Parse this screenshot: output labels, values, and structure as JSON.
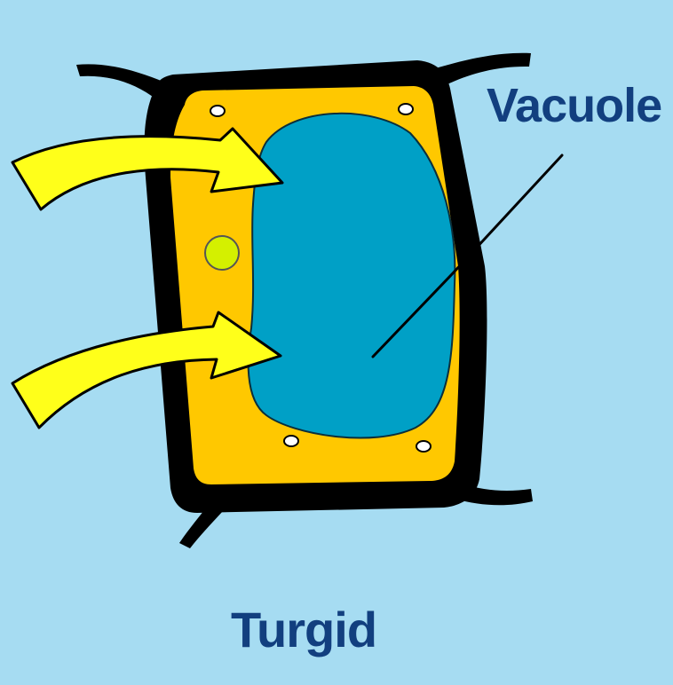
{
  "title": "Turgid",
  "labels": {
    "vacuole": "Vacuole"
  },
  "colors": {
    "background": "#a6dcf2",
    "cell_wall": "#000000",
    "cytoplasm": "#ffc800",
    "vacuole": "#00a0c6",
    "nucleus": "#d4f000",
    "arrows": "#ffff1a",
    "text": "#123f7f"
  },
  "parts": {
    "arrows": [
      "water-arrow",
      "water-arrow"
    ],
    "organelle_dots": 4
  }
}
